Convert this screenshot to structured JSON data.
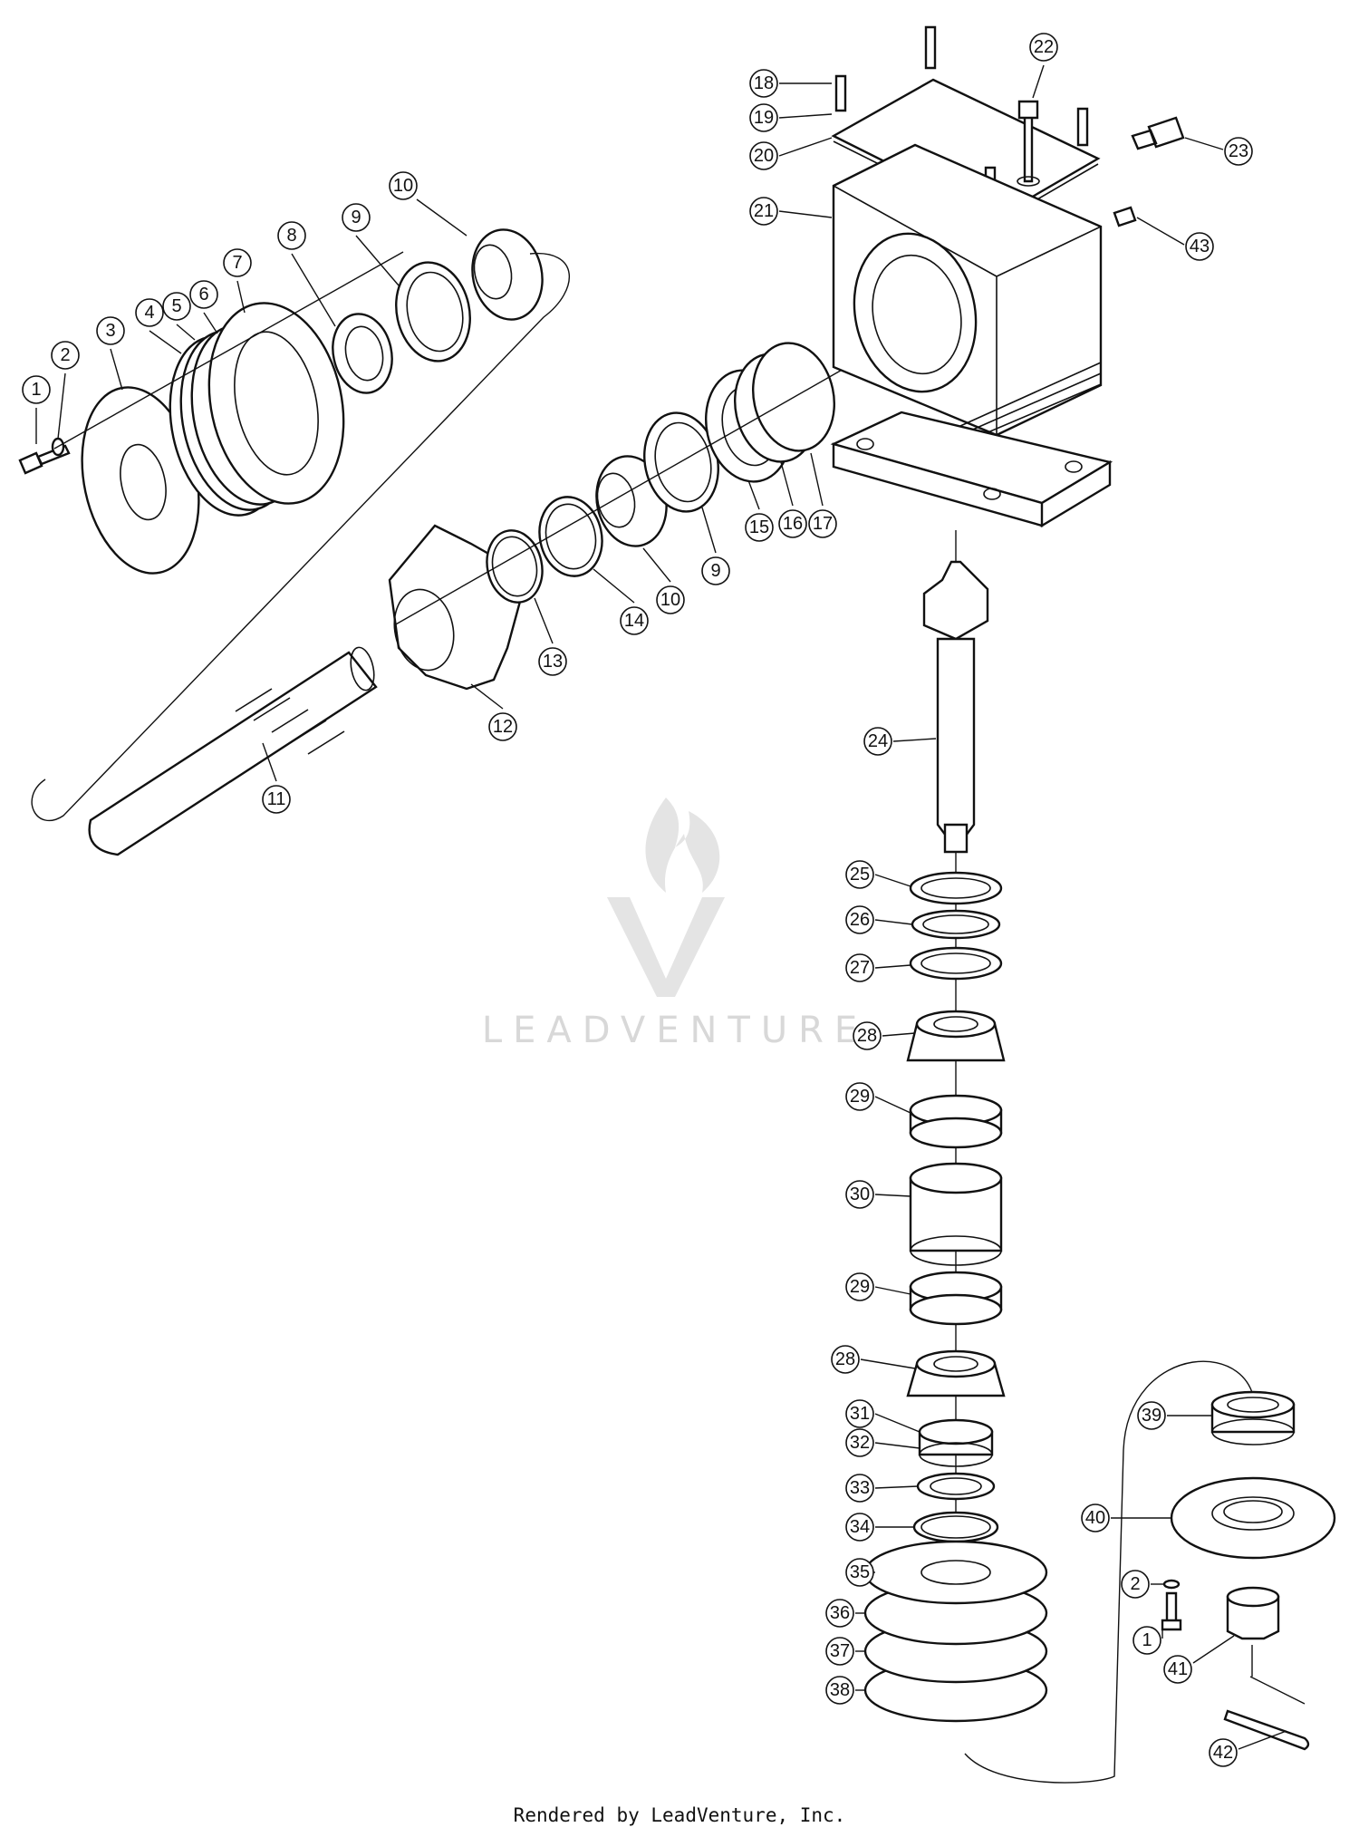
{
  "footer": {
    "credit": "Rendered by LeadVenture, Inc."
  },
  "watermark": {
    "text": "LEADVENTURE"
  },
  "callouts": [
    {
      "label": "1"
    },
    {
      "label": "2"
    },
    {
      "label": "3"
    },
    {
      "label": "4"
    },
    {
      "label": "5"
    },
    {
      "label": "6"
    },
    {
      "label": "7"
    },
    {
      "label": "8"
    },
    {
      "label": "9"
    },
    {
      "label": "10"
    },
    {
      "label": "10"
    },
    {
      "label": "9"
    },
    {
      "label": "11"
    },
    {
      "label": "12"
    },
    {
      "label": "13"
    },
    {
      "label": "14"
    },
    {
      "label": "15"
    },
    {
      "label": "16"
    },
    {
      "label": "17"
    },
    {
      "label": "18"
    },
    {
      "label": "19"
    },
    {
      "label": "20"
    },
    {
      "label": "21"
    },
    {
      "label": "22"
    },
    {
      "label": "23"
    },
    {
      "label": "43"
    },
    {
      "label": "24"
    },
    {
      "label": "25"
    },
    {
      "label": "26"
    },
    {
      "label": "27"
    },
    {
      "label": "28"
    },
    {
      "label": "29"
    },
    {
      "label": "30"
    },
    {
      "label": "29"
    },
    {
      "label": "28"
    },
    {
      "label": "31"
    },
    {
      "label": "32"
    },
    {
      "label": "33"
    },
    {
      "label": "34"
    },
    {
      "label": "35"
    },
    {
      "label": "36"
    },
    {
      "label": "37"
    },
    {
      "label": "38"
    },
    {
      "label": "39"
    },
    {
      "label": "40"
    },
    {
      "label": "2"
    },
    {
      "label": "1"
    },
    {
      "label": "41"
    },
    {
      "label": "42"
    }
  ]
}
